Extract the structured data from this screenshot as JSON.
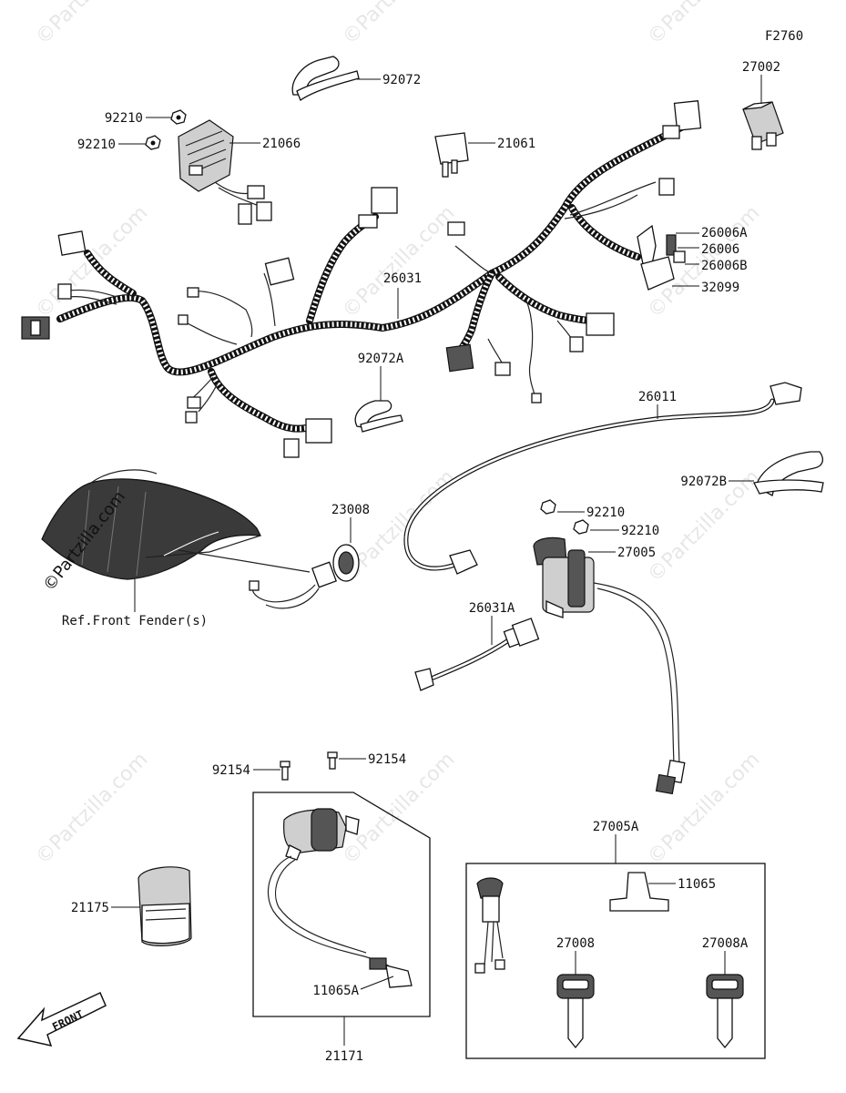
{
  "figure_code": "F2760",
  "watermark": {
    "text": "©Partzilla.com",
    "large_text": "©Partzilla.com"
  },
  "reference_note": "Ref.Front Fender(s)",
  "front_marker": "FRONT",
  "part_labels": {
    "p92072": "92072",
    "p92210_a": "92210",
    "p92210_b": "92210",
    "p21066": "21066",
    "p21061": "21061",
    "p27002": "27002",
    "p26006A": "26006A",
    "p26006": "26006",
    "p26006B": "26006B",
    "p32099": "32099",
    "p26031": "26031",
    "p92072A": "92072A",
    "p26011": "26011",
    "p92072B": "92072B",
    "p23008": "23008",
    "p92210_c": "92210",
    "p92210_d": "92210",
    "p27005": "27005",
    "p26031A": "26031A",
    "p92154_a": "92154",
    "p92154_b": "92154",
    "p27005A": "27005A",
    "p11065": "11065",
    "p27008": "27008",
    "p27008A": "27008A",
    "p21175": "21175",
    "p11065A": "11065A",
    "p21171": "21171"
  }
}
